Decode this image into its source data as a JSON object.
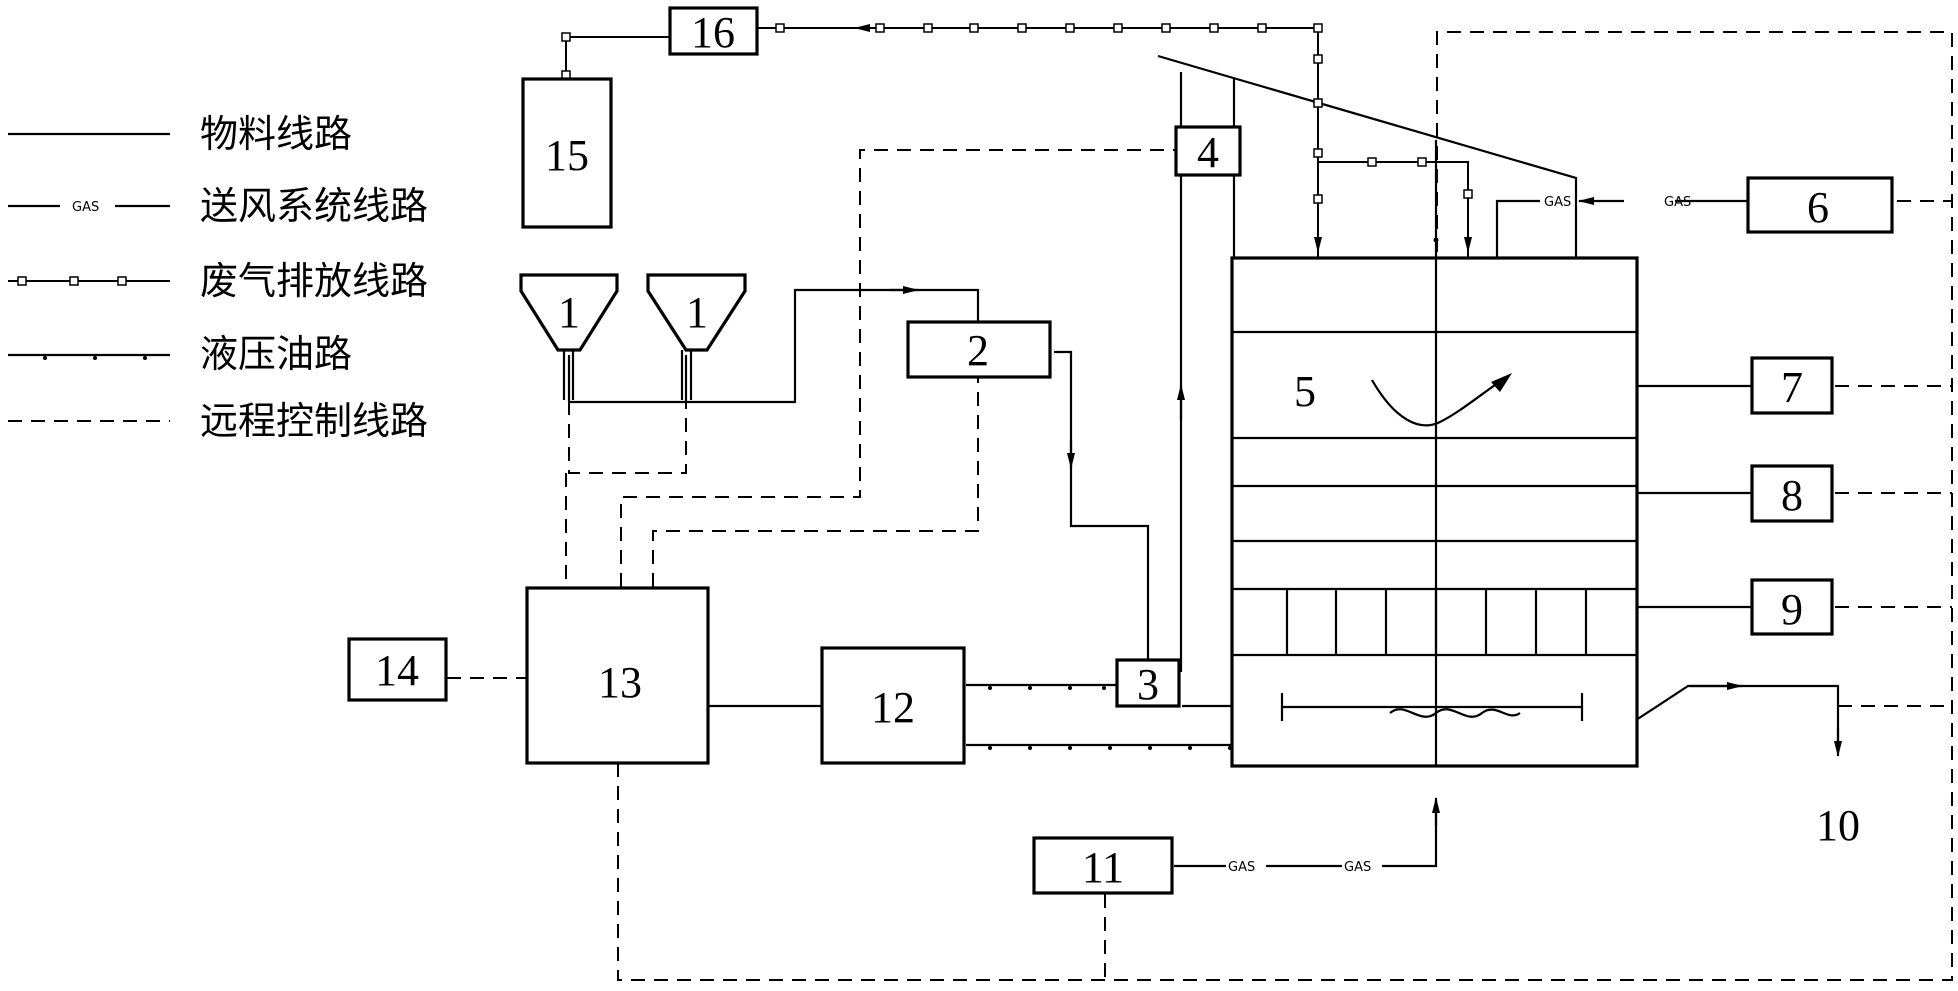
{
  "legend": [
    {
      "id": "material",
      "label": "物料线路"
    },
    {
      "id": "air",
      "label": "送风系统线路",
      "marker_text": "GAS"
    },
    {
      "id": "exhaust",
      "label": "废气排放线路"
    },
    {
      "id": "hydraulic",
      "label": "液压油路"
    },
    {
      "id": "remote",
      "label": "远程控制线路"
    }
  ],
  "components": {
    "hopper_a": "1",
    "hopper_b": "1",
    "c2": "2",
    "c3": "3",
    "c4": "4",
    "c5": "5",
    "c6": "6",
    "c7": "7",
    "c8": "8",
    "c9": "9",
    "c10": "10",
    "c11": "11",
    "c12": "12",
    "c13": "13",
    "c14": "14",
    "c15": "15",
    "c16": "16"
  },
  "gas_labels": {
    "g6a": "GAS",
    "g6b": "GAS",
    "g11a": "GAS",
    "g11b": "GAS"
  }
}
